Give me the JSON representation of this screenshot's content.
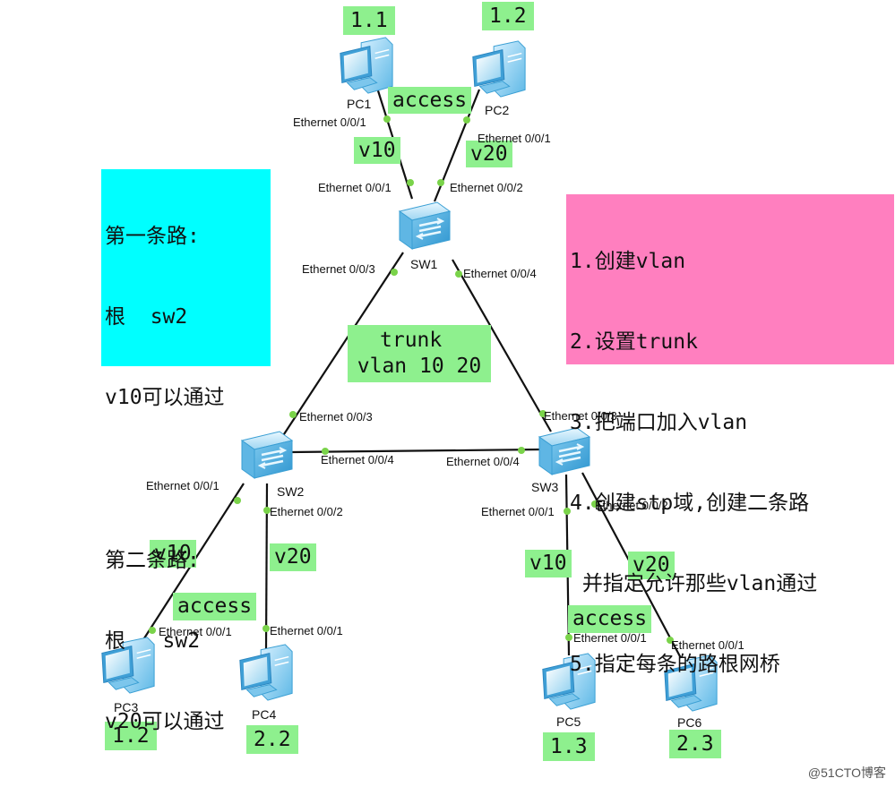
{
  "devices": {
    "pc1": "PC1",
    "pc2": "PC2",
    "pc3": "PC3",
    "pc4": "PC4",
    "pc5": "PC5",
    "pc6": "PC6",
    "sw1": "SW1",
    "sw2": "SW2",
    "sw3": "SW3"
  },
  "ip_labels": {
    "pc1": "1.1",
    "pc2": "1.2",
    "pc3": "1.2",
    "pc4": "2.2",
    "pc5": "1.3",
    "pc6": "2.3"
  },
  "vlan_labels": {
    "pc1": "v10",
    "pc2": "v20",
    "pc3": "v10",
    "pc4": "v20",
    "pc5": "v10",
    "pc6": "v20"
  },
  "access_labels": {
    "top": "access",
    "left": "access",
    "right": "access"
  },
  "trunk_label": {
    "line1": "trunk",
    "line2": "vlan 10 20"
  },
  "ports": {
    "pc1_e1": "Ethernet 0/0/1",
    "pc2_e1": "Ethernet 0/0/1",
    "sw1_e1": "Ethernet 0/0/1",
    "sw1_e2": "Ethernet 0/0/2",
    "sw1_e3": "Ethernet 0/0/3",
    "sw1_e4": "Ethernet 0/0/4",
    "sw2_e3": "Ethernet 0/0/3",
    "sw2_e4": "Ethernet 0/0/4",
    "sw2_e1": "Ethernet 0/0/1",
    "sw2_e2": "Ethernet 0/0/2",
    "sw3_e3": "Ethernet 0/0/3",
    "sw3_e4": "Ethernet 0/0/4",
    "sw3_e1": "Ethernet 0/0/1",
    "sw3_e2": "Ethernet 0/0/2",
    "pc3_e1": "Ethernet 0/0/1",
    "pc4_e1": "Ethernet 0/0/1",
    "pc5_e1": "Ethernet 0/0/1",
    "pc6_e1": "Ethernet 0/0/1"
  },
  "note_left": {
    "line1": "第一条路:",
    "line2": "根  sw2",
    "line3": "v10可以通过",
    "line4": "第二条路:",
    "line5": "根   sw2",
    "line6": "v20可以通过"
  },
  "note_right": {
    "line1": "1.创建vlan",
    "line2": "2.设置trunk",
    "line3": "3.把端口加入vlan",
    "line4": "4.创建stp域,创建二条路",
    "line5": " 并指定允许那些vlan通过",
    "line6": "5.指定每条的路根网桥"
  },
  "watermark": "@51CTO博客",
  "colors": {
    "label_green": "#8ef08e",
    "note_cyan": "#00ffff",
    "note_pink": "#ff7fbf",
    "port_dot": "#7ad34a",
    "device_blue": "#4fb3e8"
  }
}
